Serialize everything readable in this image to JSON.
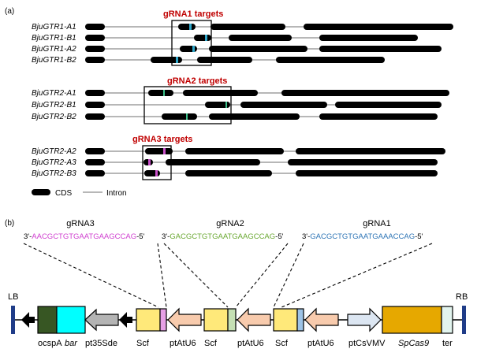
{
  "panel_a": {
    "label": "(a)",
    "targets": [
      {
        "title": "gRNA1 targets",
        "genes": [
          "BjuGTR1-A1",
          "BjuGTR1-B1",
          "BjuGTR1-A2",
          "BjuGTR1-B2"
        ],
        "mark_color": "#2fa6c9"
      },
      {
        "title": "gRNA2 targets",
        "genes": [
          "BjuGTR2-A1",
          "BjuGTR2-B1",
          "BjuGTR2-B2"
        ],
        "mark_color": "#3cc08a"
      },
      {
        "title": "gRNA3 targets",
        "genes": [
          "BjuGTR2-A2",
          "BjuGTR2-A3",
          "BjuGTR2-B3"
        ],
        "mark_color": "#c84fc8"
      }
    ],
    "legend": {
      "cds": "CDS",
      "intron": "Intron"
    }
  },
  "panel_b": {
    "label": "(b)",
    "grnas": [
      {
        "name": "gRNA3",
        "prefix": "3'-",
        "sequence": "AACGCTGTGAATGAAGCCAG",
        "suffix": "-5'",
        "color": "#d040d0"
      },
      {
        "name": "gRNA2",
        "prefix": "3'-",
        "sequence": "GACGCTGTGAATGAAGCCAG",
        "suffix": "-5'",
        "color": "#6aa832"
      },
      {
        "name": "gRNA1",
        "prefix": "3'-",
        "sequence": "GACGCTGTGAATGAAACCAG",
        "suffix": "-5'",
        "color": "#2e75b6"
      }
    ],
    "border_labels": {
      "left": "LB",
      "right": "RB"
    },
    "parts": {
      "ocspA": "ocspA",
      "bar": "bar",
      "pt35Sde": "pt35Sde",
      "scf": "Scf",
      "ptAtU6": "ptAtU6",
      "ptCsVMV": "ptCsVMV",
      "spcas9": "SpCas9",
      "ter": "ter"
    },
    "colors": {
      "border": "#1f3c88",
      "ocspA": "#375623",
      "bar": "#00ffff",
      "pt35Sde": "#b4b4b4",
      "scf": "#ffe97a",
      "ptAtU6": "#f8cbad",
      "ptCsVMV": "#dce6f2",
      "spcas9": "#e6a800",
      "ter": "#e2f4ee",
      "grna3_box": "#e6a0e6",
      "grna2_box": "#c5e0b4",
      "grna1_box": "#9dc3e6"
    }
  }
}
